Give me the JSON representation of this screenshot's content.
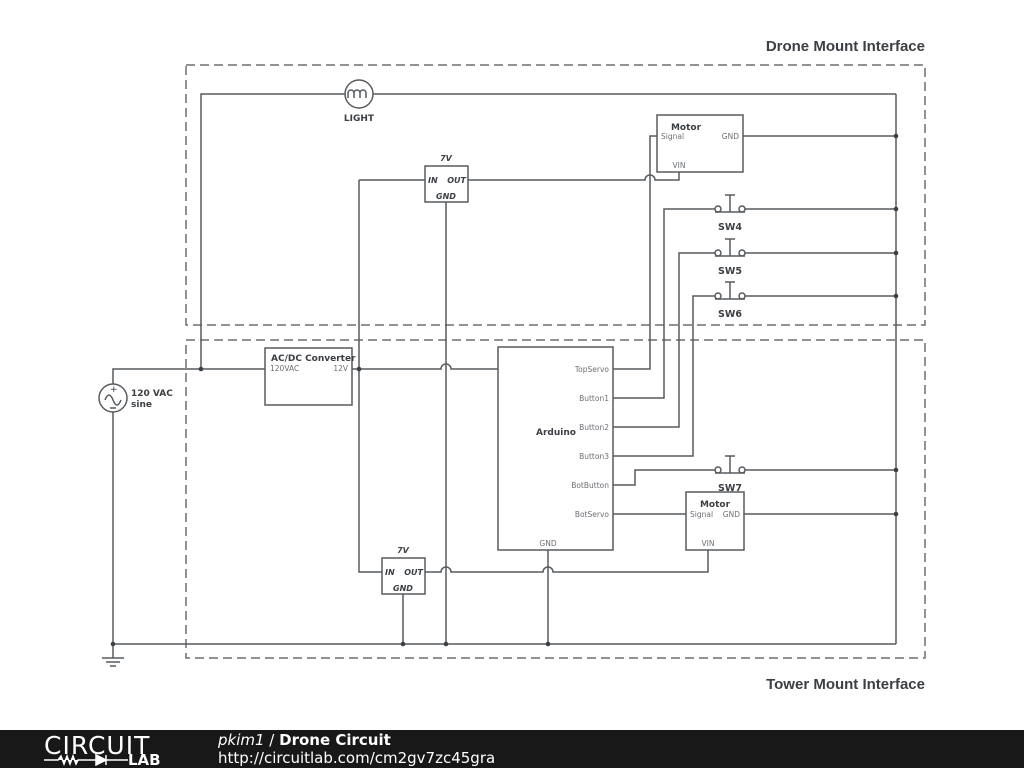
{
  "regions": {
    "drone": "Drone Mount Interface",
    "tower": "Tower Mount Interface"
  },
  "components": {
    "light": "LIGHT",
    "motor_top": {
      "title": "Motor",
      "pins": [
        "Signal",
        "GND",
        "VIN"
      ]
    },
    "motor_bot": {
      "title": "Motor",
      "pins": [
        "Signal",
        "GND",
        "VIN"
      ]
    },
    "reg_top": {
      "title": "7V",
      "pins": [
        "IN",
        "OUT",
        "GND"
      ]
    },
    "reg_bot": {
      "title": "7V",
      "pins": [
        "IN",
        "OUT",
        "GND"
      ]
    },
    "switches": [
      "SW4",
      "SW5",
      "SW6",
      "SW7"
    ],
    "source": {
      "line1": "120 VAC",
      "line2": "sine"
    },
    "converter": {
      "title": "AC/DC Converter",
      "pin_in": "120VAC",
      "pin_out": "12V"
    },
    "arduino": {
      "title": "Arduino",
      "pins": [
        "TopServo",
        "Button1",
        "Button2",
        "Button3",
        "BotButton",
        "BotServo"
      ],
      "gnd": "GND"
    }
  },
  "footer": {
    "logo_top": "CIRCUIT",
    "logo_bottom": "LAB",
    "user": "pkim1",
    "separator": " / ",
    "title": "Drone Circuit",
    "url": "http://circuitlab.com/cm2gv7zc45gra"
  }
}
